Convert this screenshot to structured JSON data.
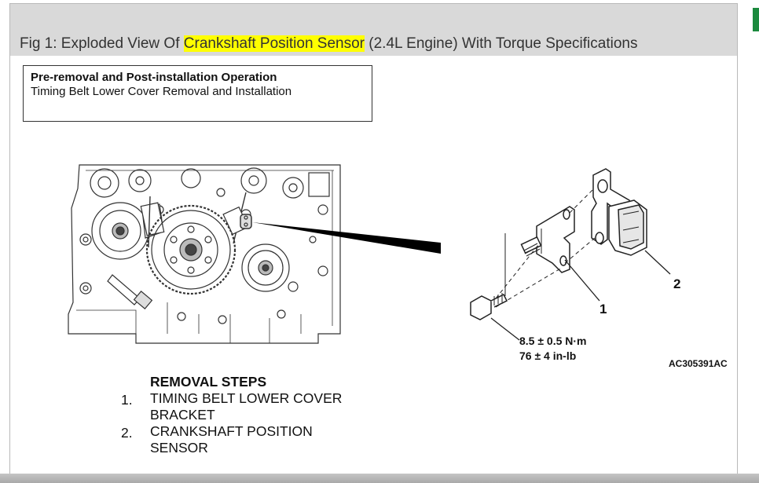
{
  "caption": {
    "prefix": "Fig 1: Exploded View Of ",
    "highlight": "Crankshaft Position Sensor",
    "suffix": " (2.4L Engine) With Torque Specifications"
  },
  "pre_removal": {
    "heading": "Pre-removal and Post-installation Operation",
    "text": "Timing Belt Lower Cover Removal and Installation"
  },
  "callouts": {
    "bracket_number": "1",
    "sensor_number": "2",
    "torque_nm": "8.5 ± 0.5 N·m",
    "torque_inlb": "76 ± 4 in-lb",
    "figure_code": "AC305391AC"
  },
  "removal_steps": {
    "title": "REMOVAL STEPS",
    "items": [
      {
        "num": "1.",
        "line1": "TIMING BELT LOWER COVER",
        "line2": "BRACKET"
      },
      {
        "num": "2.",
        "line1": "CRANKSHAFT POSITION",
        "line2": "SENSOR"
      }
    ]
  },
  "colors": {
    "highlight": "#ffff00",
    "caption_bar": "#d9d9d9",
    "accent": "#1b8a3e"
  }
}
